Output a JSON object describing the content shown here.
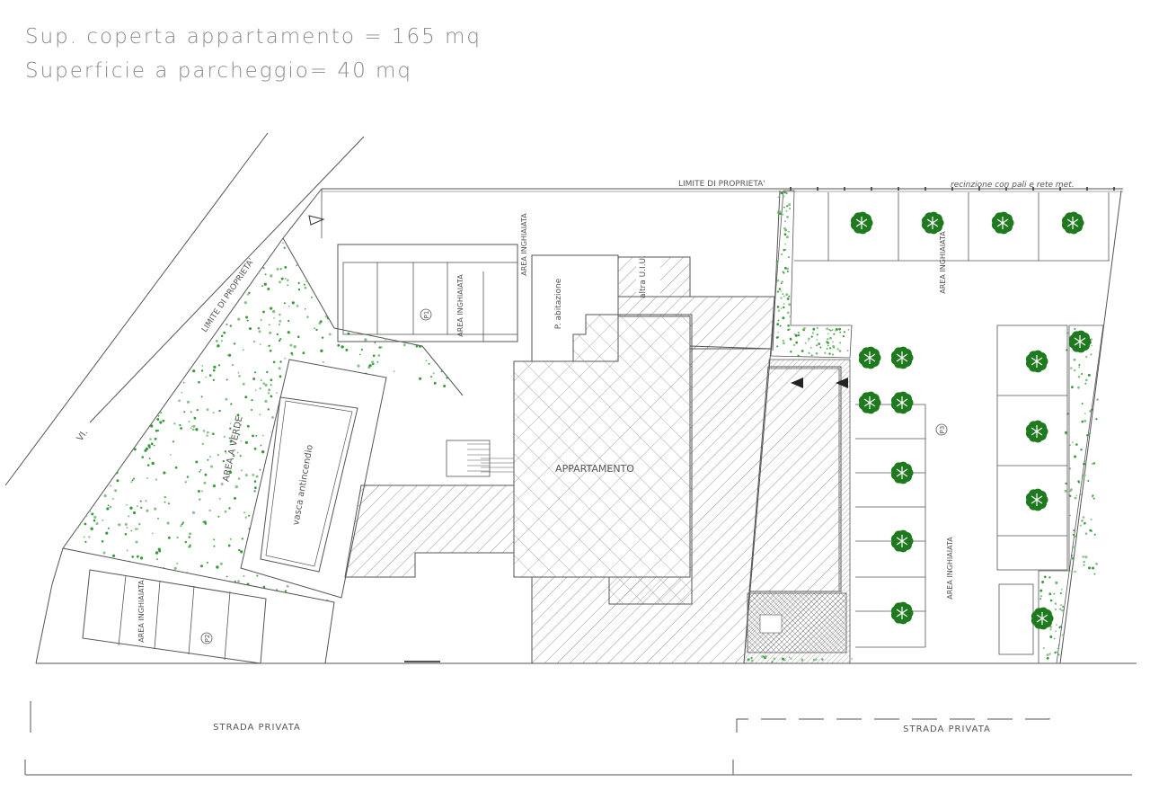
{
  "header": {
    "line1": "Sup. coperta appartamento = 165 mq",
    "line2": "Superficie a parcheggio= 40 mq"
  },
  "labels": {
    "limite_top": "LIMITE DI PROPRIETA'",
    "recinzione": "recinzione con pali e rete met.",
    "limite_left": "LIMITE DI PROPRIETA'",
    "via": "VI.",
    "area_verde": "AREA A VERDE",
    "vasca": "vasca antincendio",
    "area_inghiaiata_p1": "AREA INGHIAIATA",
    "area_inghiaiata_vertical": "AREA INGHIAIATA",
    "p1": "P1",
    "p_abitazione": "P. abitazione",
    "altra_uiu": "altra U.I.U.",
    "appartamento": "APPARTAMENTO",
    "area_inghiaiata_top_right": "AREA INGHIAIATA",
    "area_inghiaiata_right": "AREA INGHIAIATA",
    "p3": "P3",
    "area_inghiaiata_p2": "AREA INGHIAIATA",
    "p2": "P2",
    "strada_left": "STRADA PRIVATA",
    "strada_right": "STRADA PRIVATA"
  },
  "colors": {
    "line": "#555555",
    "hatch": "#777777",
    "green_dots": "#3a9a3a",
    "tree": "#1f7a1f",
    "header_text": "#8a8a8a"
  }
}
